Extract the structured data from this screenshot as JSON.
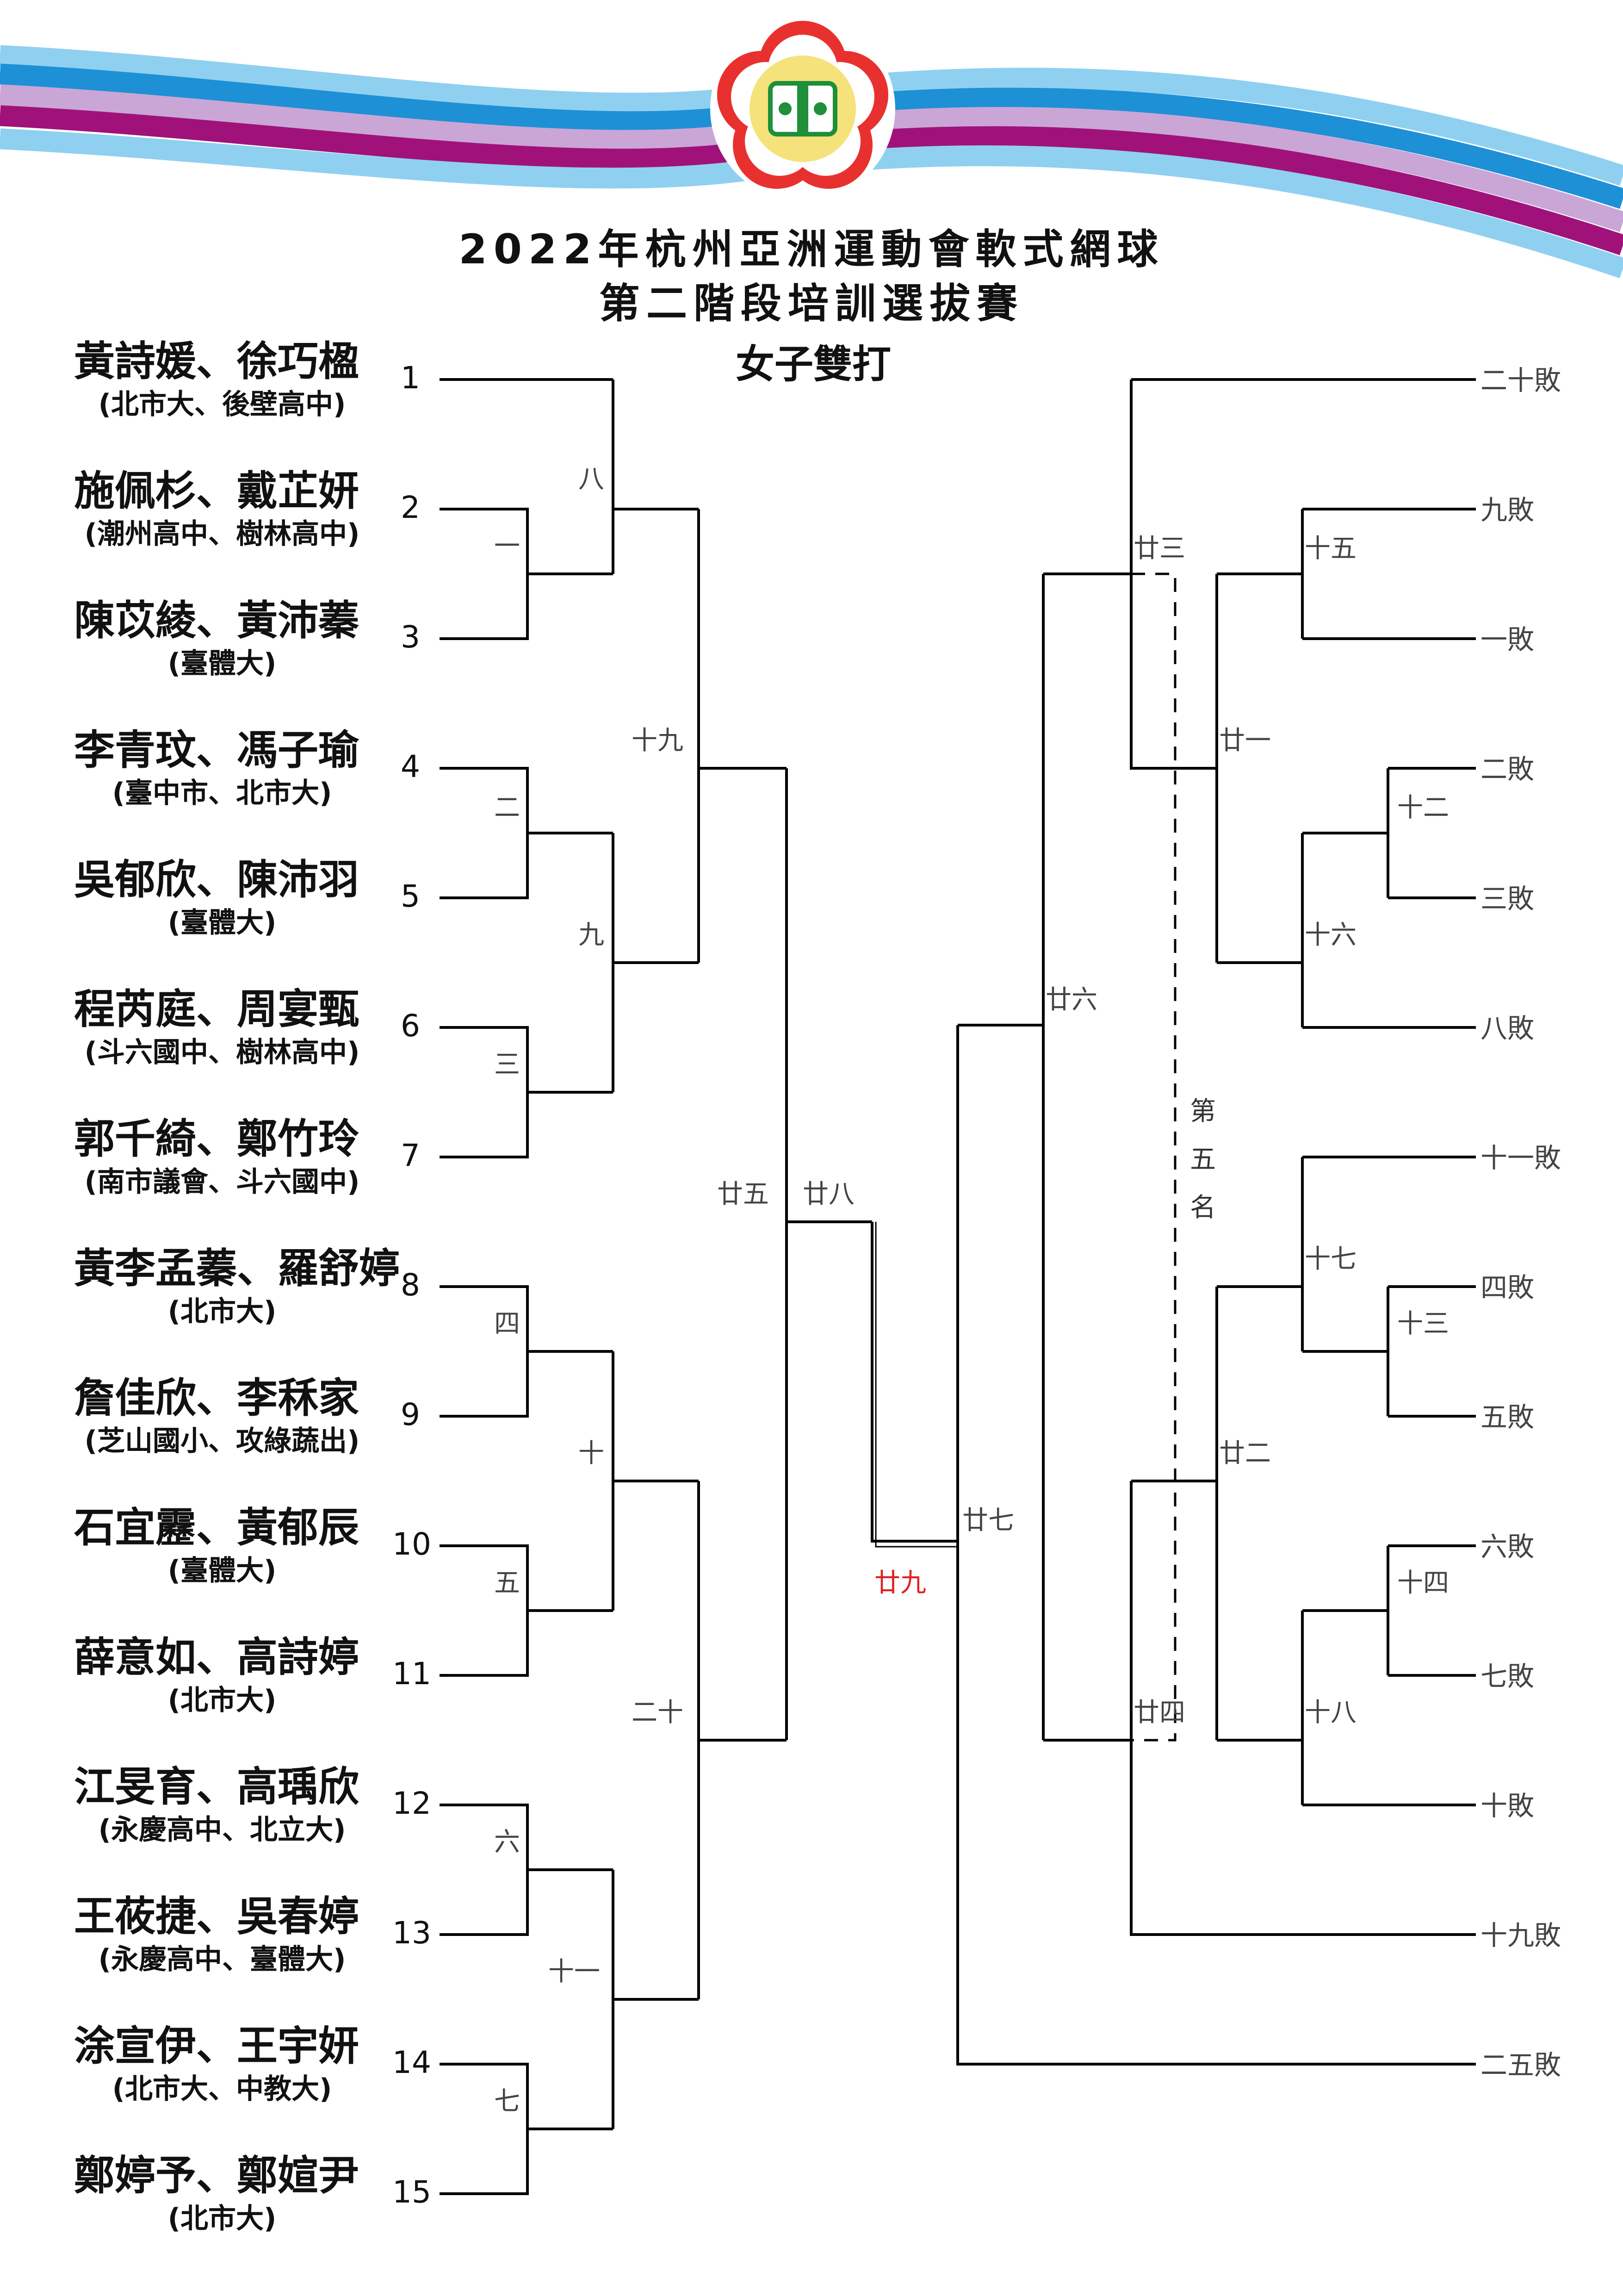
{
  "title": {
    "line1": "2022年杭州亞洲運動會軟式網球",
    "line2": "第二階段培訓選拔賽",
    "line3": "女子雙打"
  },
  "colors": {
    "ribbon_blue": "#1e90d6",
    "ribbon_light_blue": "#8fd0f0",
    "ribbon_purple": "#a0127a",
    "ribbon_lavender": "#c9a6d6",
    "logo_petal": "#e8312f",
    "logo_center": "#f6e27a",
    "logo_green": "#1f8f3a",
    "final_label": "#e02020",
    "line": "#000000"
  },
  "logo": {
    "icon": "plum-blossom-emblem-icon"
  },
  "teams": [
    {
      "seed": "1",
      "name": "黃詩媛、徐巧楹",
      "school": "(北市大、後壁高中)"
    },
    {
      "seed": "2",
      "name": "施佩杉、戴芷妍",
      "school": "(潮州高中、樹林高中)"
    },
    {
      "seed": "3",
      "name": "陳苡綾、黃沛蓁",
      "school": "(臺體大)"
    },
    {
      "seed": "4",
      "name": "李青玟、馮子瑜",
      "school": "(臺中市、北市大)"
    },
    {
      "seed": "5",
      "name": "吳郁欣、陳沛羽",
      "school": "(臺體大)"
    },
    {
      "seed": "6",
      "name": "程芮庭、周宴甄",
      "school": "(斗六國中、樹林高中)"
    },
    {
      "seed": "7",
      "name": "郭千綺、鄭竹玲",
      "school": "(南市議會、斗六國中)"
    },
    {
      "seed": "8",
      "name": "黃李孟蓁、羅舒婷",
      "school": "(北市大)"
    },
    {
      "seed": "9",
      "name": "詹佳欣、李秝家",
      "school": "(芝山國小、攻綠蔬出)"
    },
    {
      "seed": "10",
      "name": "石宜靂、黃郁辰",
      "school": "(臺體大)"
    },
    {
      "seed": "11",
      "name": "薛意如、高詩婷",
      "school": "(北市大)"
    },
    {
      "seed": "12",
      "name": "江旻育、高瑀欣",
      "school": "(永慶高中、北立大)"
    },
    {
      "seed": "13",
      "name": "王莜捷、吳春婷",
      "school": "(永慶高中、臺體大)"
    },
    {
      "seed": "14",
      "name": "涂宣伊、王宇妍",
      "school": "(北市大、中教大)"
    },
    {
      "seed": "15",
      "name": "鄭婷予、鄭媗尹",
      "school": "(北市大)"
    }
  ],
  "match_labels": {
    "m1": "一",
    "m2": "二",
    "m3": "三",
    "m4": "四",
    "m5": "五",
    "m6": "六",
    "m7": "七",
    "m8": "八",
    "m9": "九",
    "m10": "十",
    "m11": "十一",
    "m19": "十九",
    "m20": "二十",
    "m25": "廿五",
    "m28": "廿八",
    "m29": "廿九",
    "m12": "十二",
    "m13": "十三",
    "m14": "十四",
    "m15": "十五",
    "m16": "十六",
    "m17": "十七",
    "m18": "十八",
    "m21": "廿一",
    "m22": "廿二",
    "m23": "廿三",
    "m24": "廿四",
    "m26": "廿六",
    "m27": "廿七"
  },
  "losers": {
    "l20": "二十敗",
    "l9": "九敗",
    "l1": "一敗",
    "l2": "二敗",
    "l3": "三敗",
    "l8": "八敗",
    "l11": "十一敗",
    "l4": "四敗",
    "l5": "五敗",
    "l6": "六敗",
    "l7": "七敗",
    "l10": "十敗",
    "l19": "十九敗",
    "l25": "二五敗"
  },
  "fifth_place": [
    "第",
    "五",
    "名"
  ]
}
